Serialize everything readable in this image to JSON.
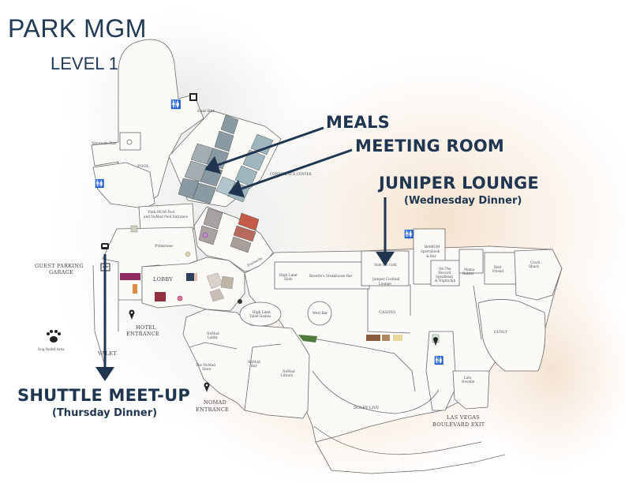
{
  "header": {
    "brand": "PARK MGM",
    "level": "LEVEL 1"
  },
  "callouts": {
    "meals": "MEALS",
    "meeting_room": "MEETING ROOM",
    "juniper": {
      "title": "JUNIPER LOUNGE",
      "subtitle": "(Wednesday Dinner)"
    },
    "shuttle": {
      "title": "SHUTTLE MEET-UP",
      "subtitle": "(Thursday Dinner)"
    }
  },
  "map_labels": {
    "east_bar": "East Bar",
    "veranda_bar": "Veranda Bar",
    "pool": "POOL",
    "conference_center": "CONFERENCE CENTER",
    "pool_entrance": [
      "Park MGM Pool",
      "and NoMad Pool Entrance"
    ],
    "primrose": "Primrose",
    "guest_parking": [
      "GUEST PARKING",
      "GARAGE"
    ],
    "lobby": "LOBBY",
    "hotel_entrance": [
      "HOTEL",
      "ENTRANCE"
    ],
    "dog_relief": "Dog Relief Area",
    "valet": "VALET",
    "starbucks": "Starbucks",
    "high_limit_slots": [
      "High Limit",
      "Slots"
    ],
    "bavettes": "Bavette's Steakhouse Bar",
    "juniper_map": [
      "Juniper Cocktail",
      "Lounge"
    ],
    "side_bet_grill": "Side Bet Grill",
    "betmgm": [
      "BetMGM",
      "Sportsbook",
      "& Bar"
    ],
    "on_the_record": [
      "On The",
      "Record",
      "Speakeasy",
      "& Nightclub"
    ],
    "mama_rabbit": [
      "Mama",
      "Rabbit"
    ],
    "best_friend": [
      "Best",
      "Friend"
    ],
    "crack_shack": [
      "Crack",
      "Shack"
    ],
    "casino": "CASINO",
    "west_bar": "West Bar",
    "high_limit_tables": [
      "High Limit",
      "Table Games"
    ],
    "nomad_lobby": [
      "NoMad",
      "Lobby"
    ],
    "nomad_store": [
      "The NoMad",
      "Store"
    ],
    "nomad_bar": [
      "NoMad",
      "Bar"
    ],
    "nomad_library": [
      "NoMad",
      "Library"
    ],
    "nomad_entrance": [
      "NOMAD",
      "ENTRANCE"
    ],
    "eataly": "EATALY",
    "la_novelle": [
      "Lalo",
      "Novelle"
    ],
    "dolby_live": "DOLBY LIVE",
    "blvd_exit": [
      "LAS VEGAS",
      "BOULEVARD EXIT"
    ]
  },
  "colors": {
    "navy": "#1f3550",
    "meeting_room_fill": "#8a9aa3",
    "conference_fill": "#9fb6bf",
    "red_room": "#c45a47",
    "magenta": "#8e2a5f",
    "maroon": "#8f2f3f",
    "orange": "#e08c45",
    "green_shop": "#4f7a3c",
    "brown_shop": "#8a5a3c",
    "yellow_shop": "#e9d79a"
  },
  "icons": [
    "restroom-icon",
    "elevator-icon",
    "taxi-icon",
    "dog-paw-icon",
    "location-pin-icon",
    "arrow-icon"
  ]
}
